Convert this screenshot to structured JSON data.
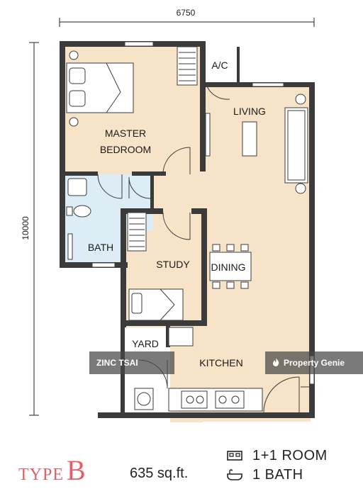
{
  "dimensions": {
    "width": "6750",
    "height": "10000"
  },
  "rooms": {
    "ac": "A/C",
    "living": "LIVING",
    "master_line1": "MASTER",
    "master_line2": "BEDROOM",
    "bath": "BATH",
    "study": "STUDY",
    "dining": "DINING",
    "yard": "YARD",
    "kitchen": "KITCHEN"
  },
  "watermark": {
    "left": "ZINC TSAI",
    "right": "Property Genie"
  },
  "footer": {
    "type_word": "TYPE",
    "type_letter": "B",
    "area": "635 sq.ft.",
    "rooms": "1+1 ROOM",
    "baths": "1 BATH"
  },
  "colors": {
    "room_fill": "#f7e3c8",
    "bath_fill": "#dcedf6",
    "wall": "#3b3b3b",
    "accent": "#e0606b"
  }
}
